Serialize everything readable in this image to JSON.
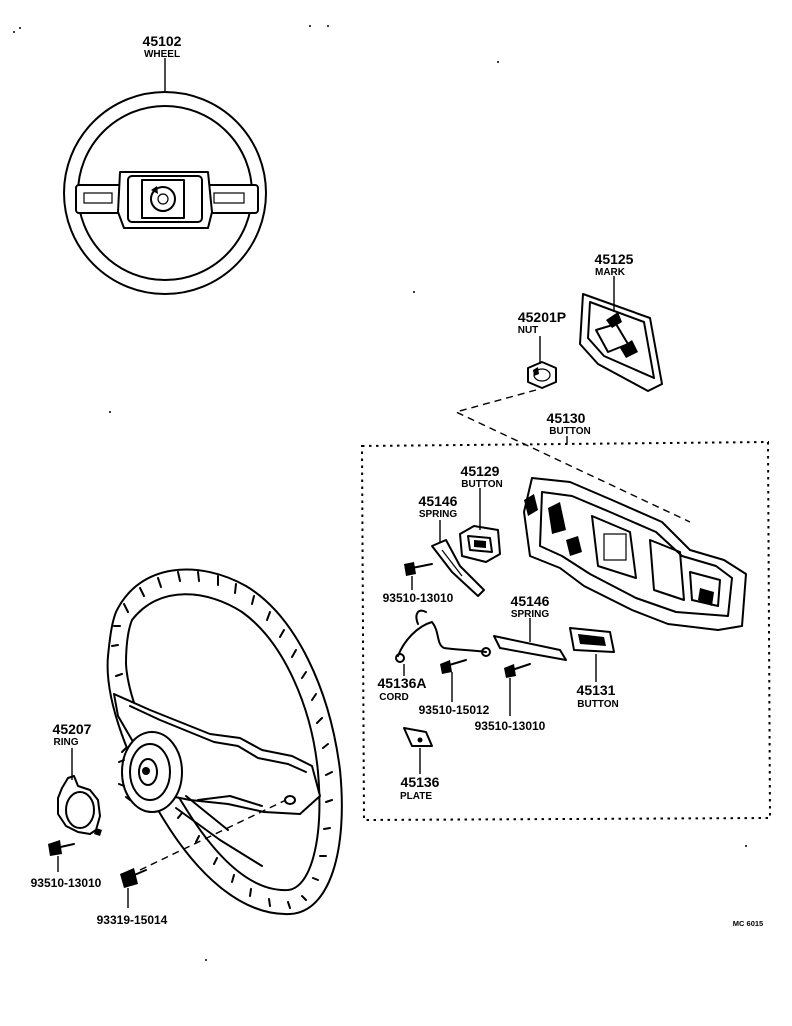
{
  "parts": {
    "p45102": {
      "number": "45102",
      "name": "WHEEL"
    },
    "p45125": {
      "number": "45125",
      "name": "MARK"
    },
    "p45201p": {
      "number": "45201P",
      "name": "NUT"
    },
    "p45130": {
      "number": "45130",
      "name": "BUTTON"
    },
    "p45129": {
      "number": "45129",
      "name": "BUTTON"
    },
    "p45146a": {
      "number": "45146",
      "name": "SPRING"
    },
    "p93510_13010a": {
      "number": "93510-13010"
    },
    "p45146b": {
      "number": "45146",
      "name": "SPRING"
    },
    "p45136a": {
      "number": "45136A",
      "name": "CORD"
    },
    "p93510_15012": {
      "number": "93510-15012"
    },
    "p93510_13010b": {
      "number": "93510-13010"
    },
    "p45131": {
      "number": "45131",
      "name": "BUTTON"
    },
    "p45136": {
      "number": "45136",
      "name": "PLATE"
    },
    "p45207": {
      "number": "45207",
      "name": "RING"
    },
    "p93510_13010c": {
      "number": "93510-13010"
    },
    "p93319_15014": {
      "number": "93319-15014"
    }
  },
  "footer": {
    "code": "MC 6015"
  }
}
